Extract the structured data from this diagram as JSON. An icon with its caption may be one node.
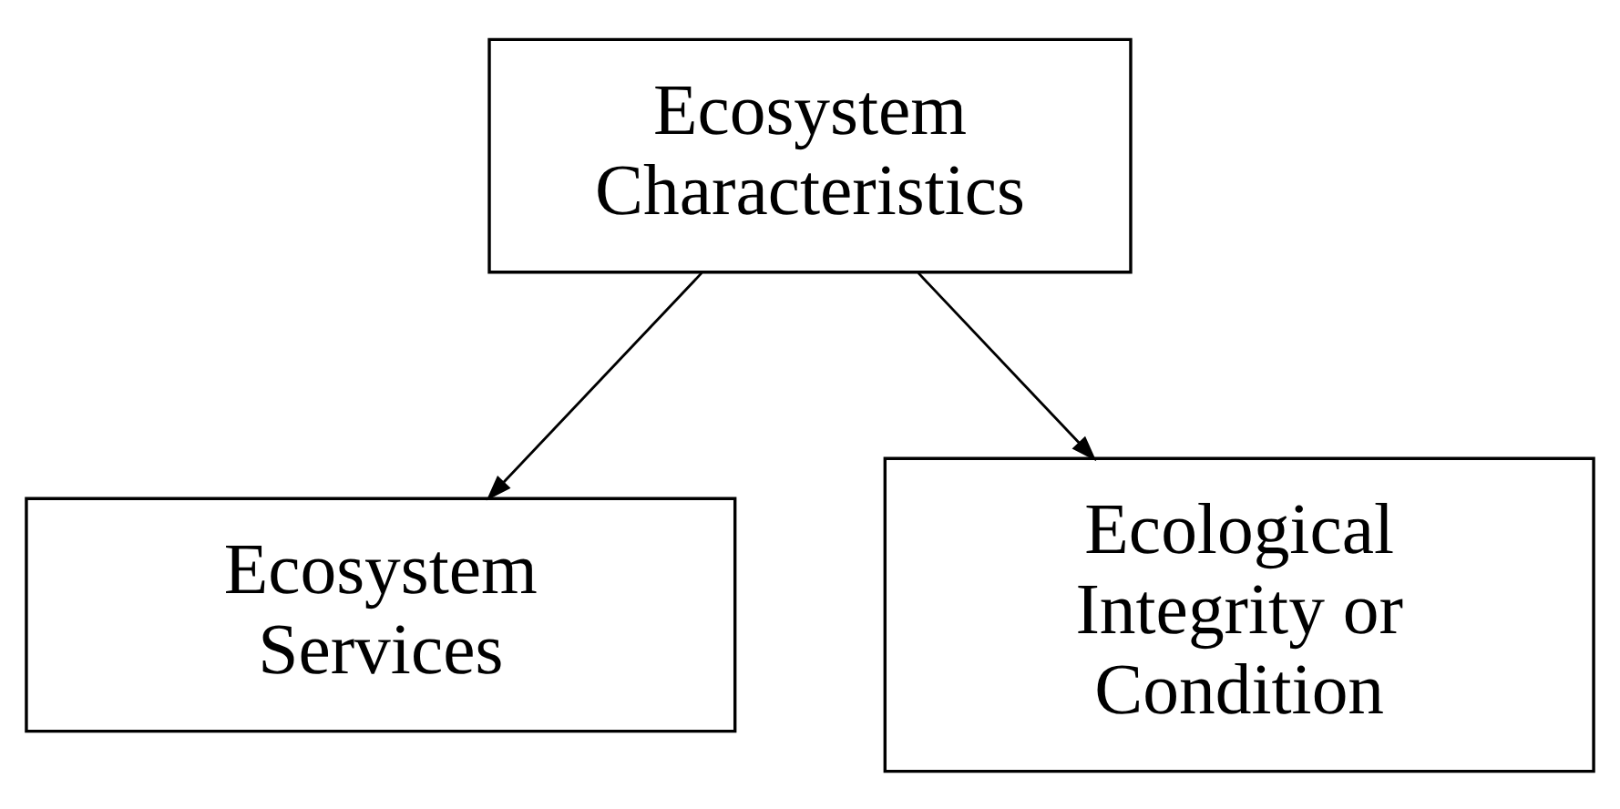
{
  "diagram": {
    "nodes": [
      {
        "text": [
          "Ecosystem Characteristics"
        ]
      },
      {
        "text": [
          "Ecosystem Services"
        ]
      },
      {
        "text": [
          "Ecological Integrity or Condition"
        ]
      }
    ],
    "edges": [
      {
        "from": 0,
        "to": 1,
        "arrow": "to"
      },
      {
        "from": 0,
        "to": 2,
        "arrow": "to"
      }
    ]
  }
}
